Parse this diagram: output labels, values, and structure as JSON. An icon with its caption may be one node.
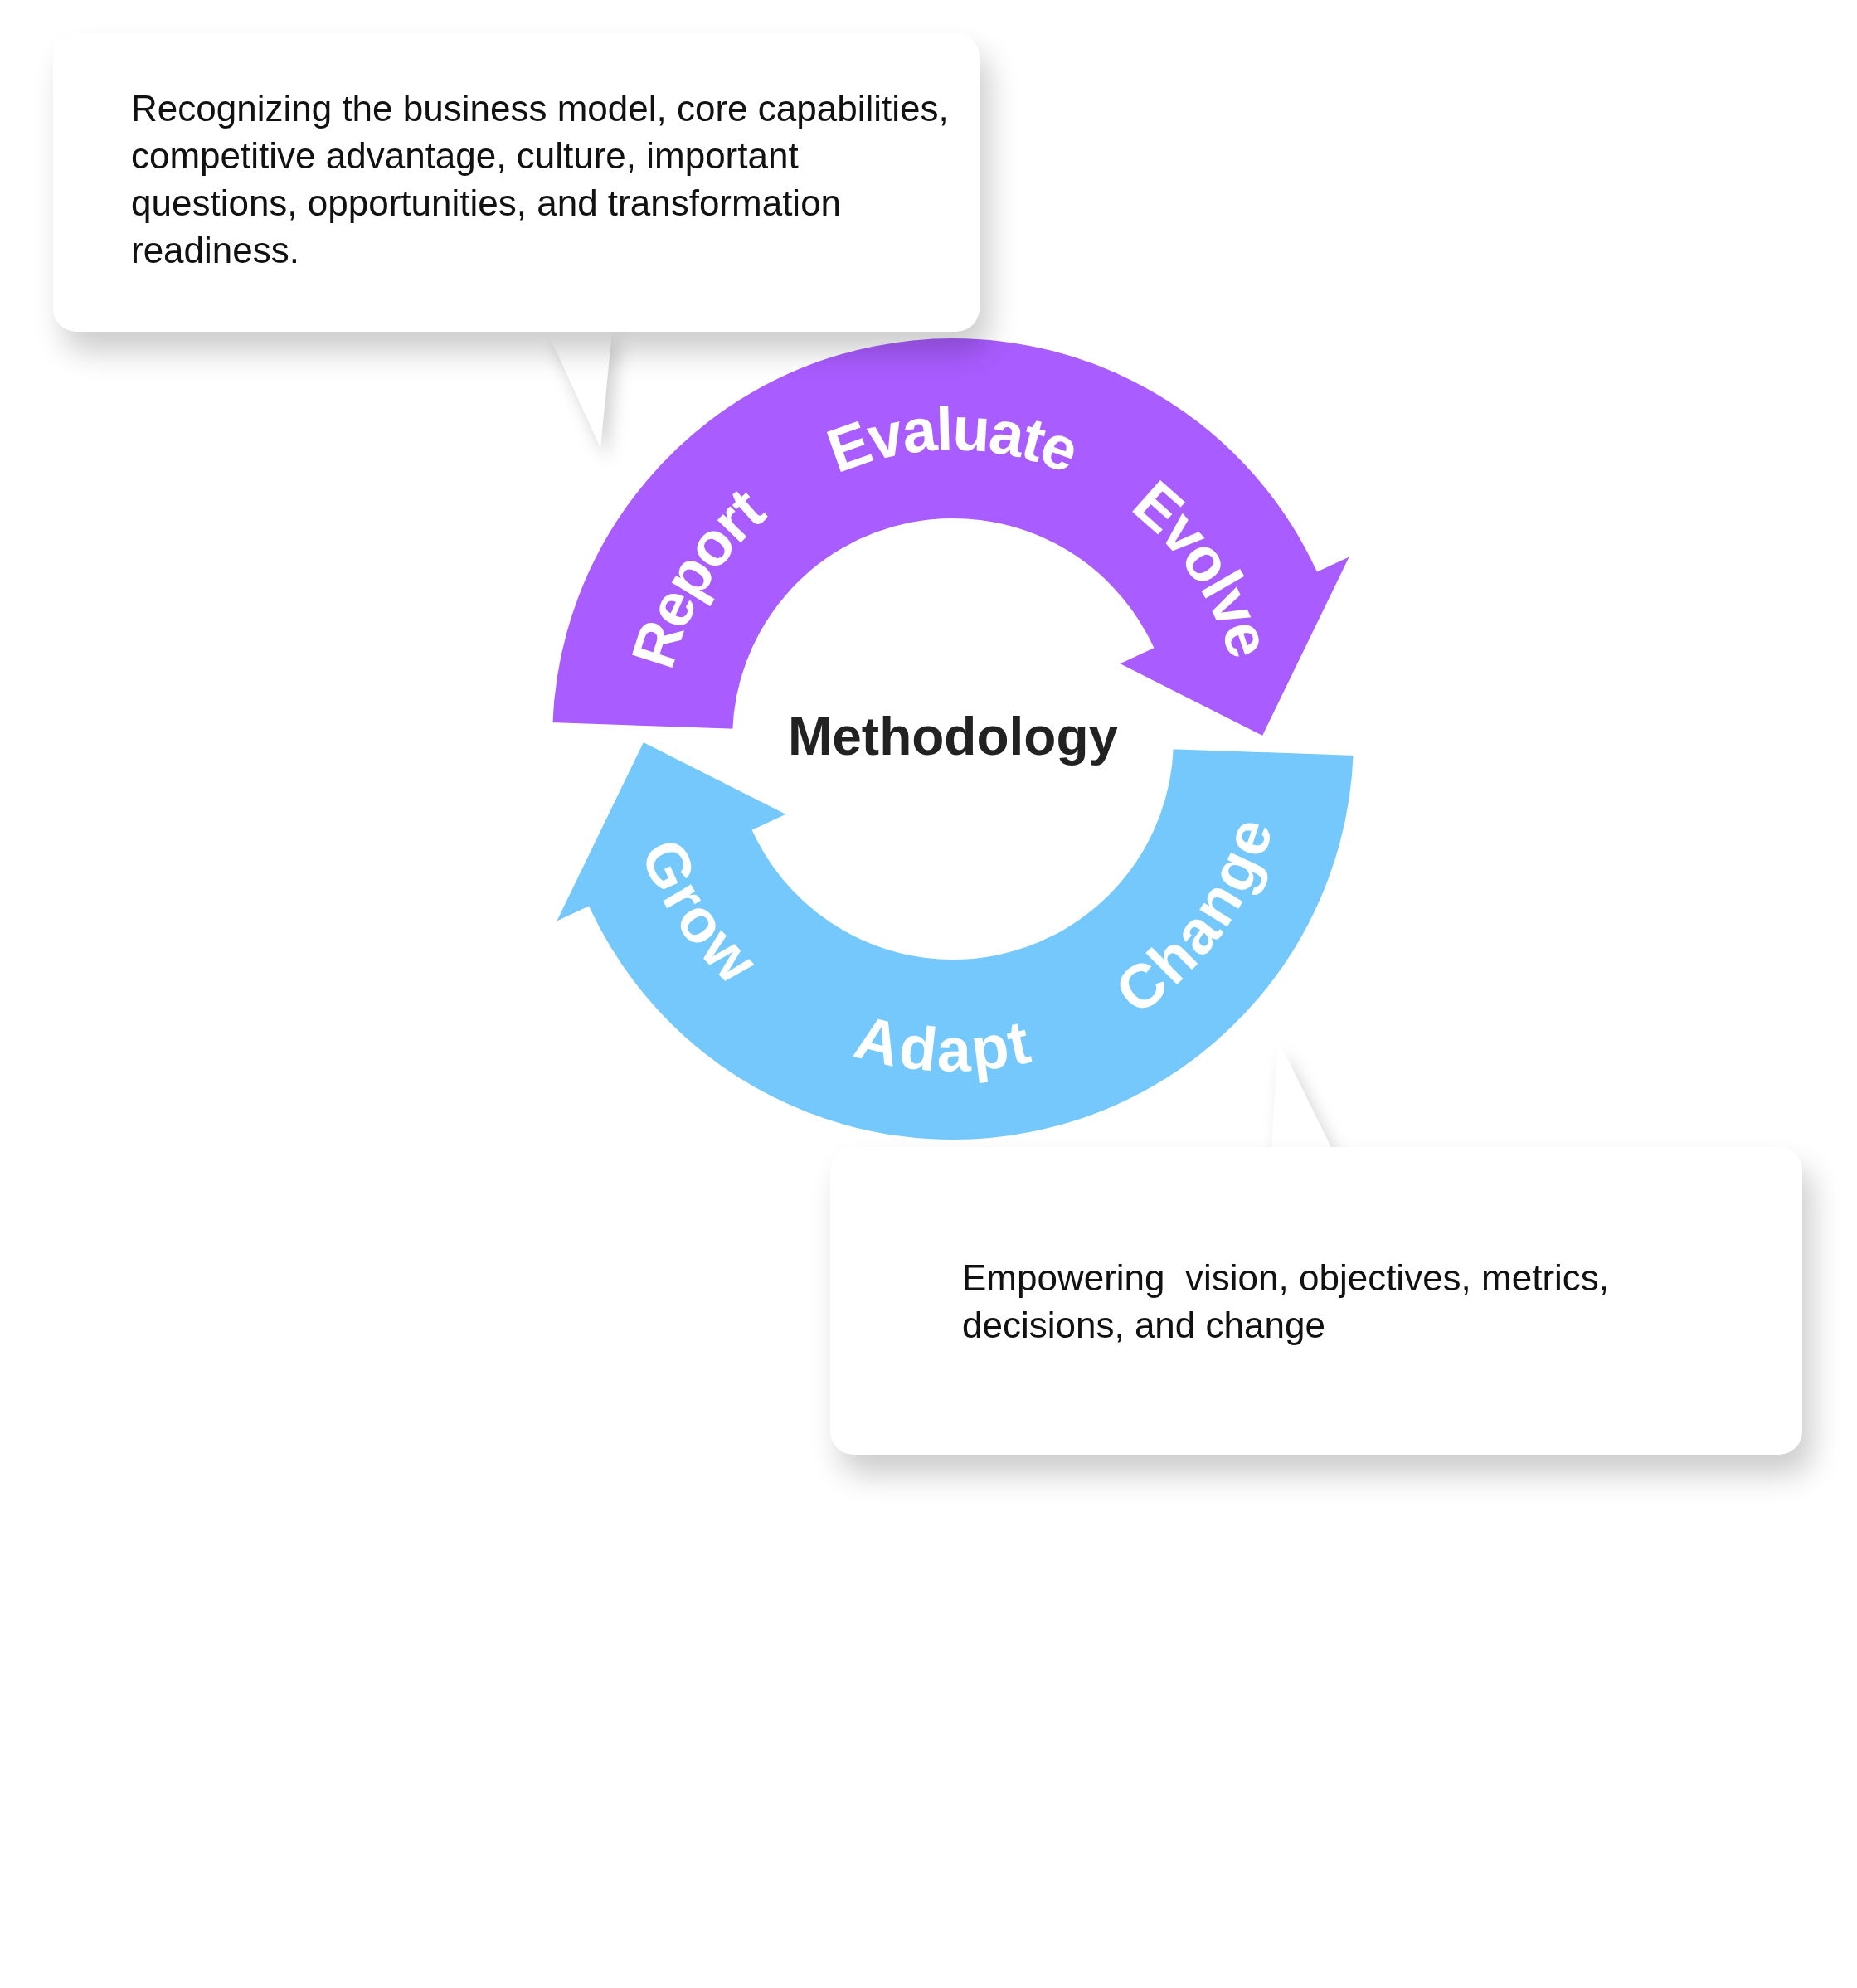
{
  "diagram": {
    "nodes": [
      {
        "text": [
          "Recognizing the business model, core capabilities, competitive advantage, culture, important questions, opportunities, and transformation readiness."
        ]
      },
      {
        "text": [
          "Empowering  vision, objectives, metrics, decisions, and change"
        ]
      },
      {
        "text": [
          "Report",
          "Evaluate",
          "Evolve"
        ]
      },
      {
        "text": [
          "Grow",
          "Adapt",
          "Change"
        ]
      }
    ],
    "labels": [
      "Methodology"
    ]
  }
}
